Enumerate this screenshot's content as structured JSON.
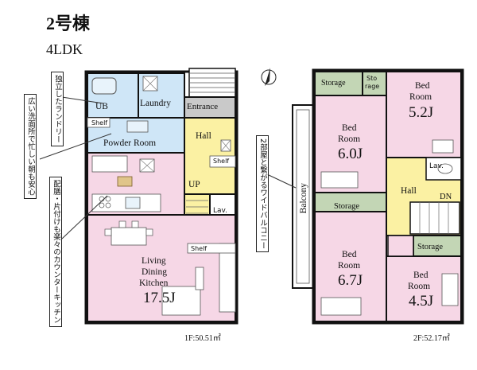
{
  "header": {
    "title": "2号棟",
    "layout": "4LDK"
  },
  "notes": [
    "独立したランドリー",
    "広い洗面所で忙しい朝も安心",
    "配膳・片付けも楽々のカウンターキッチン",
    "2部屋と繋がるワイドバルコニー"
  ],
  "floor1": {
    "area": "1F:50.51㎡",
    "rooms": {
      "ub": "UB",
      "laundry": "Laundry",
      "entrance": "Entrance",
      "shelf_a": "Shelf",
      "shelf_b": "Shelf",
      "shelf_c": "Shelf",
      "powder": "Powder Room",
      "hall": "Hall",
      "up": "UP",
      "lav": "Lav.",
      "ldk_l1": "Living",
      "ldk_l2": "Dining",
      "ldk_l3": "Kitchen",
      "ldk_size": "17.5J"
    }
  },
  "floor2": {
    "area": "2F:52.17㎡",
    "rooms": {
      "storage_a": "Storage",
      "storage_b1": "Sto",
      "storage_b2": "rage",
      "bed_a1": "Bed",
      "bed_a2": "Room",
      "bed_a_size": "6.0J",
      "bed_b1": "Bed",
      "bed_b2": "Room",
      "bed_b_size": "5.2J",
      "lav": "Lav.",
      "balcony": "Balcony",
      "hall": "Hall",
      "dn": "DN",
      "storage_c": "Storage",
      "storage_d": "Storage",
      "bed_c1": "Bed",
      "bed_c2": "Room",
      "bed_c_size": "6.7J",
      "bed_d1": "Bed",
      "bed_d2": "Room",
      "bed_d_size": "4.5J"
    }
  },
  "colors": {
    "pink": "#f6d7e6",
    "blue": "#cfe6f7",
    "yellow": "#fbf1a3",
    "gray": "#c9c9c9",
    "green": "#c3d6b5"
  }
}
